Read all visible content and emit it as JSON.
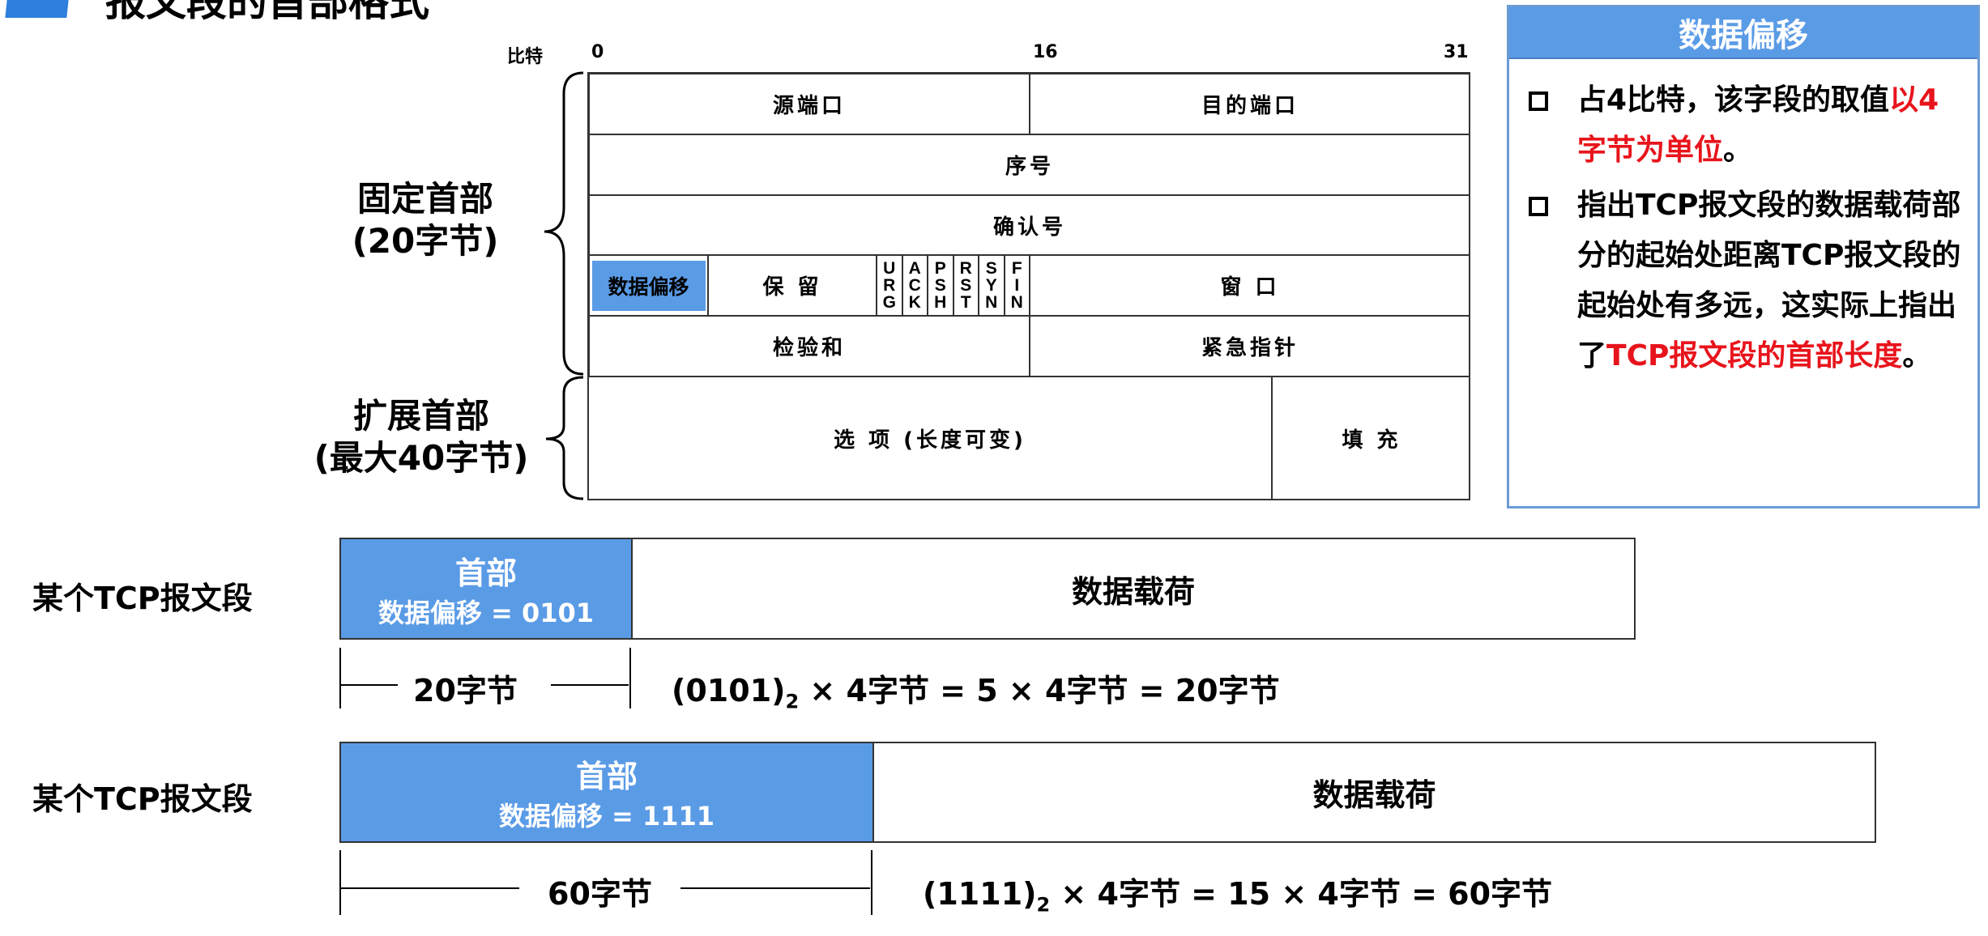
{
  "title": "报文段的首部格式",
  "bits": {
    "label": "比特",
    "b0": "0",
    "b16": "16",
    "b31": "31"
  },
  "fixed_header": {
    "line1": "固定首部",
    "line2": "(20字节)"
  },
  "ext_header": {
    "line1": "扩展首部",
    "line2": "(最大40字节)"
  },
  "fields": {
    "src_port": "源端口",
    "dst_port": "目的端口",
    "seq": "序号",
    "ack": "确认号",
    "offset": "数据偏移",
    "reserved": "保 留",
    "window": "窗 口",
    "checksum": "检验和",
    "urgent": "紧急指针",
    "options": "选 项 (长度可变)",
    "padding": "填 充"
  },
  "flags": [
    [
      "U",
      "R",
      "G"
    ],
    [
      "A",
      "C",
      "K"
    ],
    [
      "P",
      "S",
      "H"
    ],
    [
      "R",
      "S",
      "T"
    ],
    [
      "S",
      "Y",
      "N"
    ],
    [
      "F",
      "I",
      "N"
    ]
  ],
  "examples": [
    {
      "label": "某个TCP报文段",
      "header": "首部",
      "offset": "数据偏移 = 0101",
      "payload": "数据载荷",
      "length": "20字节",
      "formula_a": "(0101)",
      "formula_sub": "2",
      "formula_b": " × 4字节 = 5 × 4字节 = 20字节"
    },
    {
      "label": "某个TCP报文段",
      "header": "首部",
      "offset": "数据偏移 = 1111",
      "payload": "数据载荷",
      "length": "60字节",
      "formula_a": "(1111)",
      "formula_sub": "2",
      "formula_b": " × 4字节 = 15 × 4字节 = 60字节"
    }
  ],
  "panel": {
    "title": "数据偏移",
    "p1a": "占4比特，该字段的取值",
    "p1b": "以4字节为单位",
    "p1c": "。",
    "p2a": "指出TCP报文段的数据载荷部分的起始处距离TCP报文段的起始处有多远，这实际上指出了",
    "p2b": "TCP报文段的首部长度",
    "p2c": "。"
  }
}
